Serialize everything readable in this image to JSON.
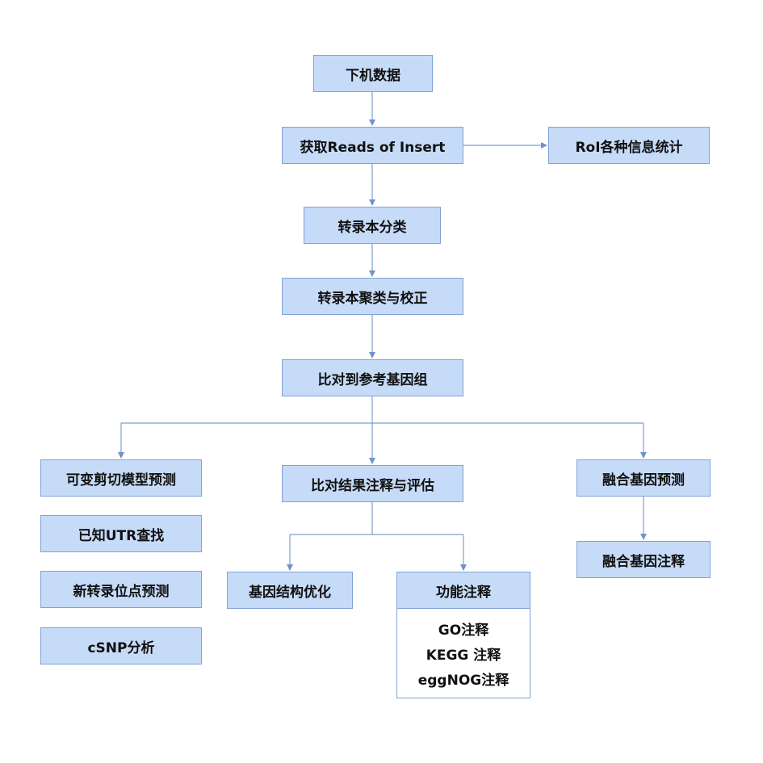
{
  "nodes": {
    "raw_data": "下机数据",
    "get_roi": "获取Reads of Insert",
    "roi_stats": "RoI各种信息统计",
    "transcript_classify": "转录本分类",
    "transcript_cluster": "转录本聚类与校正",
    "align_reference": "比对到参考基因组",
    "alt_splicing": "可变剪切模型预测",
    "known_utr": "已知UTR查找",
    "new_tss": "新转录位点预测",
    "csnp": "cSNP分析",
    "align_annotate": "比对结果注释与评估",
    "fusion_predict": "融合基因预测",
    "fusion_annotate": "融合基因注释",
    "gene_structure": "基因结构优化",
    "function_annotate": "功能注释"
  },
  "function_sub": [
    "GO注释",
    "KEGG 注释",
    "eggNOG注释"
  ],
  "colors": {
    "box_fill": "#c6dbf7",
    "box_border": "#7fa3d6",
    "connector": "#7f9fcf"
  }
}
